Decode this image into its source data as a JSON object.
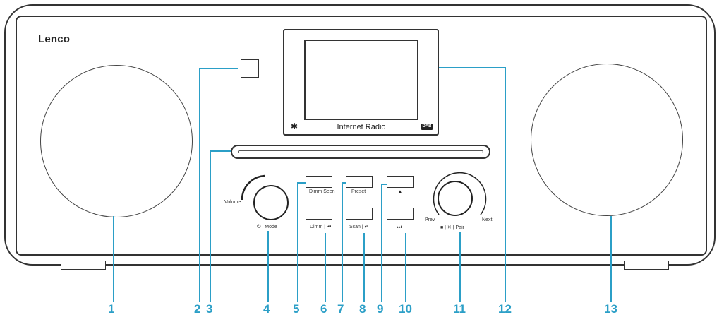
{
  "brand": "Lenco",
  "display": {
    "mode_text": "Internet Radio",
    "bluetooth_glyph": "✱",
    "dab_text": "DAB"
  },
  "icons": [
    "bluetooth-icon",
    "dab-icon",
    "power-icon",
    "skip-back-icon",
    "play-pause-icon",
    "skip-forward-icon",
    "eject-icon",
    "stop-icon"
  ],
  "controls": {
    "volume_label": "Volume",
    "mode_label": "⏻ | Mode",
    "preset_labels": {
      "b5": "Dimm Seen",
      "b7": "Preset",
      "b9": "▲"
    },
    "lower_labels": {
      "b6": "Dimm | ⏮",
      "b8": "Scan | ⏯",
      "b10": "⏭"
    },
    "nav_left": "Prev",
    "nav_right": "Next",
    "nav_bottom": "■ | ✕ | Pair"
  },
  "callouts": [
    "1",
    "2",
    "3",
    "4",
    "5",
    "6",
    "7",
    "8",
    "9",
    "10",
    "11",
    "12",
    "13"
  ],
  "colors": {
    "callout": "#2b9fc7",
    "outline": "#333333",
    "background": "#ffffff"
  }
}
